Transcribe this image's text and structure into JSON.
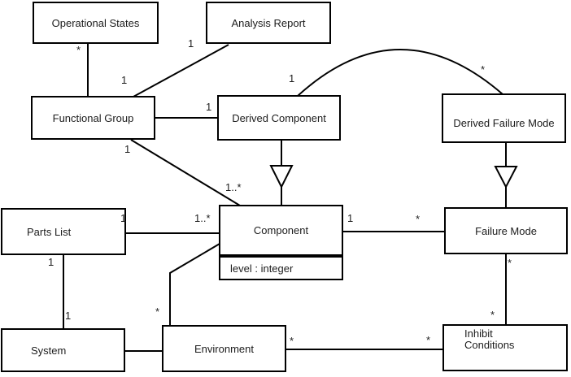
{
  "diagram": {
    "kind": "uml-class-diagram",
    "background_color": "#ffffff",
    "line_color": "#000000",
    "text_color": "#1c1c1c"
  },
  "classes": [
    {
      "name": "Operational States"
    },
    {
      "name": "Analysis Report"
    },
    {
      "name": "Functional Group"
    },
    {
      "name": "Derived Component"
    },
    {
      "name": "Derived Failure Mode"
    },
    {
      "name": "Parts List"
    },
    {
      "name": "Component",
      "attributes": [
        "level : integer"
      ]
    },
    {
      "name": "Failure Mode"
    },
    {
      "name": "System"
    },
    {
      "name": "Environment"
    },
    {
      "name": "Inhibit Conditions",
      "name_lines": [
        "Inhibit",
        "Conditions"
      ]
    }
  ],
  "associations": [
    {
      "from": "Operational States",
      "to": "Functional Group",
      "from_mult": "*"
    },
    {
      "from": "Analysis Report",
      "to": "Functional Group",
      "from_mult": "1",
      "to_mult": "1"
    },
    {
      "from": "Functional Group",
      "to": "Derived Component",
      "to_mult": "1"
    },
    {
      "from": "Functional Group",
      "to": "Component",
      "from_mult": "1",
      "to_mult": "1..*"
    },
    {
      "from": "Parts List",
      "to": "Component",
      "from_mult": "1",
      "to_mult": "1..*"
    },
    {
      "from": "Component",
      "to": "Failure Mode",
      "from_mult": "1",
      "to_mult": "*"
    },
    {
      "from": "Derived Component",
      "to": "Derived Failure Mode",
      "from_mult": "1",
      "to_mult": "*"
    },
    {
      "from": "Parts List",
      "to": "System",
      "from_mult": "1",
      "to_mult": "1"
    },
    {
      "from": "System",
      "to": "Environment"
    },
    {
      "from": "Component",
      "to": "Environment",
      "to_mult": "*"
    },
    {
      "from": "Environment",
      "to": "Inhibit Conditions",
      "from_mult": "*",
      "to_mult": "*"
    },
    {
      "from": "Failure Mode",
      "to": "Inhibit Conditions",
      "from_mult": "*",
      "to_mult": "*"
    }
  ],
  "generalizations": [
    {
      "child": "Derived Component",
      "parent": "Component"
    },
    {
      "child": "Derived Failure Mode",
      "parent": "Failure Mode"
    }
  ]
}
